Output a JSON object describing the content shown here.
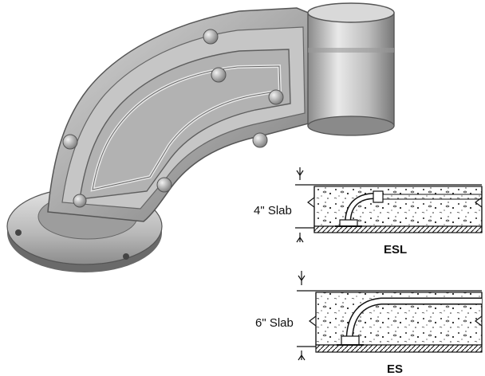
{
  "diagrams": [
    {
      "slab_label": "4\" Slab",
      "model": "ESL"
    },
    {
      "slab_label": "6\" Slab",
      "model": "ES"
    }
  ],
  "colors": {
    "metal_light": "#e6e6e6",
    "metal_mid": "#bdbdbd",
    "metal_dark": "#6e6e6e",
    "ink": "#111111"
  },
  "icons": [
    "conduit-elbow-fitting-illustration",
    "slab-section-diagram"
  ]
}
